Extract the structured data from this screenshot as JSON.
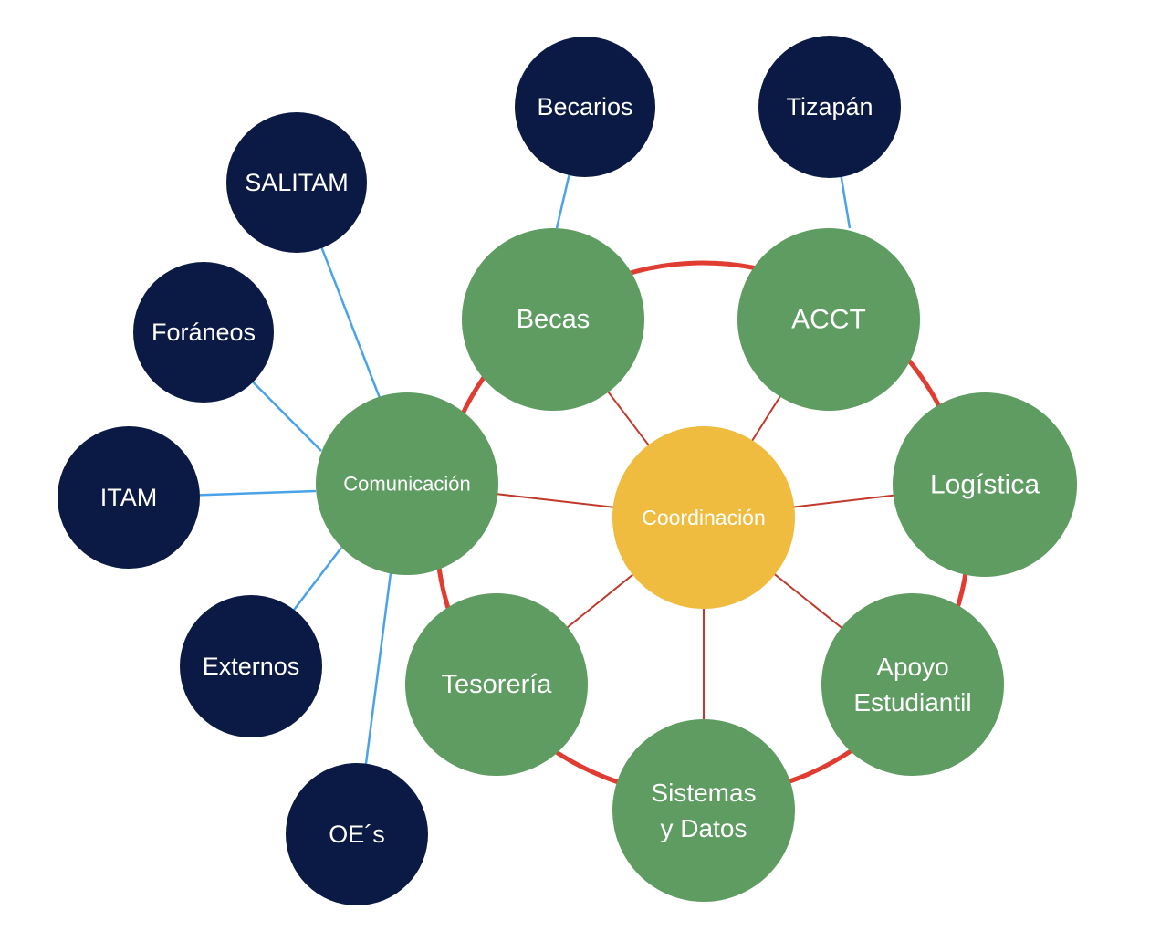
{
  "colors": {
    "center_node": "#f0bc3f",
    "team_node": "#5e9c62",
    "external_node": "#0b1a45",
    "ring": "#e03c31",
    "red_edge": "#c0392b",
    "blue_edge": "#4aa3e8"
  },
  "center": {
    "label": "Coordinación"
  },
  "teams": [
    {
      "id": "becas",
      "lines": [
        "Becas"
      ]
    },
    {
      "id": "acct",
      "lines": [
        "ACCT"
      ]
    },
    {
      "id": "logistica",
      "lines": [
        "Logística"
      ]
    },
    {
      "id": "apoyo",
      "lines": [
        "Apoyo",
        "Estudiantil"
      ]
    },
    {
      "id": "sistemas",
      "lines": [
        "Sistemas",
        "y Datos"
      ]
    },
    {
      "id": "tesoreria",
      "lines": [
        "Tesorería"
      ]
    },
    {
      "id": "comunicacion",
      "lines": [
        "Comunicación"
      ]
    }
  ],
  "externals": [
    {
      "id": "becarios",
      "label": "Becarios",
      "parent": "becas"
    },
    {
      "id": "tizapan",
      "label": "Tizapán",
      "parent": "acct"
    },
    {
      "id": "salitam",
      "label": "SALITAM",
      "parent": "comunicacion"
    },
    {
      "id": "foraneos",
      "label": "Foráneos",
      "parent": "comunicacion"
    },
    {
      "id": "itam",
      "label": "ITAM",
      "parent": "comunicacion"
    },
    {
      "id": "externos",
      "label": "Externos",
      "parent": "comunicacion"
    },
    {
      "id": "oes",
      "label": "OE´s",
      "parent": "comunicacion"
    }
  ]
}
